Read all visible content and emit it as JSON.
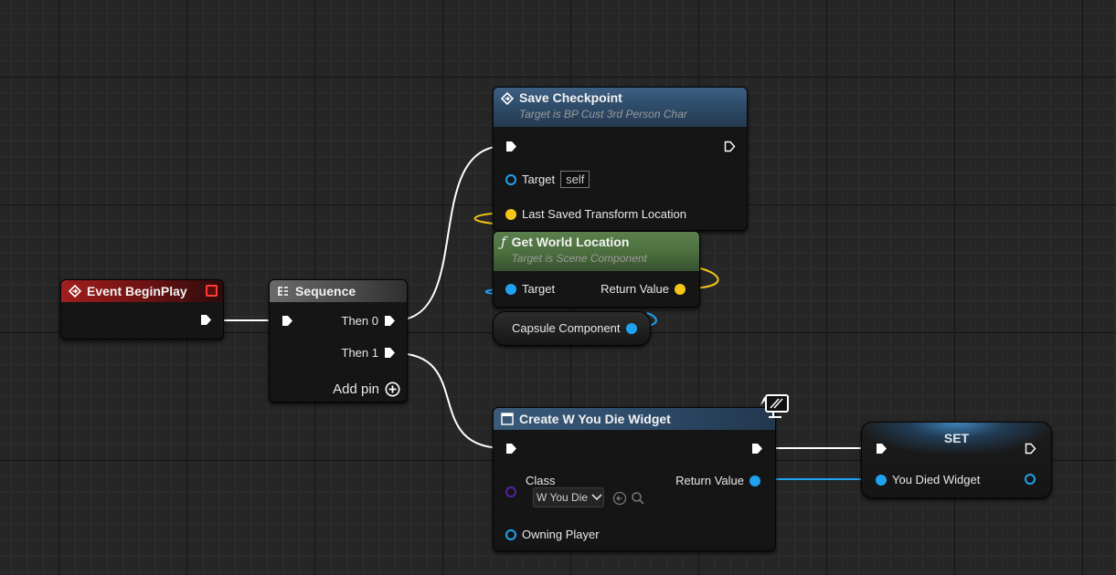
{
  "nodes": {
    "event_begin_play": {
      "title": "Event BeginPlay"
    },
    "sequence": {
      "title": "Sequence",
      "then0": "Then 0",
      "then1": "Then 1",
      "add_pin": "Add pin"
    },
    "save_checkpoint": {
      "title": "Save Checkpoint",
      "subtitle": "Target is BP Cust 3rd Person Char",
      "target_label": "Target",
      "target_value": "self",
      "location_label": "Last Saved Transform Location"
    },
    "get_world_location": {
      "title": "Get World Location",
      "subtitle": "Target is Scene Component",
      "target_label": "Target",
      "return_label": "Return Value"
    },
    "capsule_component": {
      "title": "Capsule Component"
    },
    "create_widget": {
      "title": "Create W You Die Widget",
      "class_label": "Class",
      "class_value": "W You Die",
      "return_label": "Return Value",
      "owning_player_label": "Owning Player"
    },
    "set_node": {
      "title": "SET",
      "var_label": "You Died Widget"
    }
  },
  "colors": {
    "event_header": "#a21e1e",
    "function_header": "#2e4c6a",
    "pure_function_header": "#4b6e3e",
    "set_header": "#1b4f78",
    "exec_wire": "#ffffff",
    "object_pin": "#1fa2f0",
    "vector_pin": "#f5c518",
    "class_pin": "#5a1fa3"
  },
  "icons": {
    "event": "diamond-arrow-icon",
    "sequence": "sequence-icon",
    "function": "function-icon",
    "widget": "widget-icon",
    "client": "monitor-icon"
  }
}
